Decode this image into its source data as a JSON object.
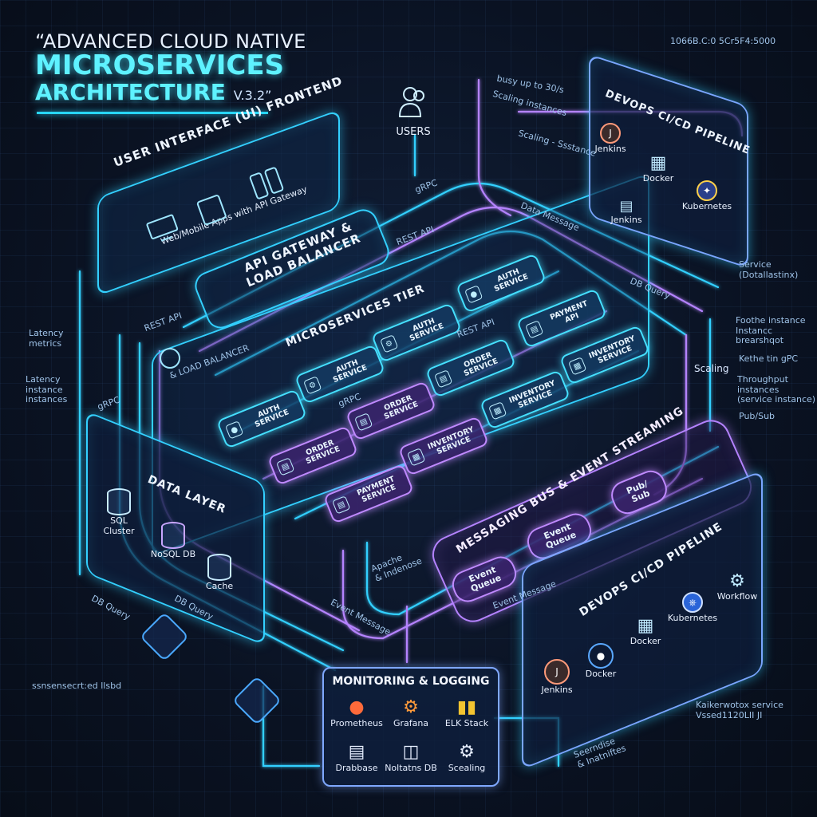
{
  "title": {
    "line1": "“ADVANCED CLOUD NATIVE",
    "line2": "MICROSERVICES",
    "line3": "ARCHITECTURE",
    "version": "V.3.2”"
  },
  "users": {
    "label": "USERS"
  },
  "ui_frontend": {
    "title": "USER INTERFACE (UI) FRONTEND",
    "subtitle": "Web/Mobile Apps with API Gateway"
  },
  "api_gateway": {
    "title": "API GATEWAY & LOAD BALANCER"
  },
  "microservices": {
    "title": "MICROSERVICES TIER",
    "services": [
      "AUTH SERVICE",
      "AUTH SERVICE",
      "AUTH SERVICE",
      "AUTH SERVICE",
      "ORDER SERVICE",
      "ORDER SERVICE",
      "ORDER SERVICE",
      "PAYMENT API",
      "PAYMENT SERVICE",
      "INVENTORY SERVICE",
      "INVENTORY SERVICE",
      "INVENTORY SERVICE"
    ]
  },
  "data_layer": {
    "title": "DATA LAYER",
    "items": [
      "SQL Cluster",
      "NoSQL DB",
      "Cache"
    ]
  },
  "messaging": {
    "title": "MESSAGING BUS & EVENT STREAMING",
    "items": [
      "Event Queue",
      "Event Queue",
      "Pub/ Sub"
    ]
  },
  "devops_top": {
    "title": "DEVOPS CI/CD PIPELINE",
    "items": [
      "Jenkins",
      "Docker",
      "Kubernetes",
      "Jenkins"
    ]
  },
  "devops_bottom": {
    "title": "DEVOPS CI/CD PIPELINE",
    "items": [
      "Jenkins",
      "Docker",
      "Docker",
      "Kubernetes",
      "Workflow"
    ]
  },
  "monitoring": {
    "title": "MONITORING & LOGGING",
    "items": [
      "Prometheus",
      "Grafana",
      "ELK Stack",
      "Drabbase",
      "Noltatns DB",
      "Scealing"
    ]
  },
  "annotations": {
    "latency_metrics": "Latency\nmetrics",
    "latency_instances": "Latency\ninstance\ninstances",
    "grpc_left": "gRPC",
    "rest_api_left": "REST API",
    "load_balancer": "& LOAD BALANCER",
    "grpc_top": "gRPC",
    "rest_api_top": "REST API",
    "data_message": "Data Message",
    "scaling_instances": "Scaling instances",
    "scaling_ssstance": "Scaling - Ssstance",
    "busy": "busy up to 30/s",
    "rest_api_mid": "REST API",
    "grpc_mid": "gRPC",
    "db_query_right": "DB Query",
    "service_datalastinx": "Service\n(Dotallastinx)",
    "foothe_instance": "Foothe instance\nInstancc\nbrearshqot",
    "kethe_grpc": "Kethe tin gPC",
    "scaling_right": "Scaling",
    "throughput": "Throughput\ninstances\n(service instance)",
    "pubsub_right": "Pub/Sub",
    "db_query_left": "DB Query",
    "db_query_left2": "DB Query",
    "event_message": "Event Message",
    "event_message2": "Event Message",
    "apache": "Apache\n& Indenose",
    "bottom_left": "ssnsensecrt:ed llsbd",
    "bottom_right": "Kaikerwotox service\nVssed1120LII JI",
    "bottom_right2": "Seerndise\n& Inatniftes",
    "top_right_codes": "1066B.C:0           5Cr5F4:5000"
  },
  "colors": {
    "cyan": "#33d0ff",
    "purple": "#b583ff",
    "bg": "#0b1220"
  }
}
